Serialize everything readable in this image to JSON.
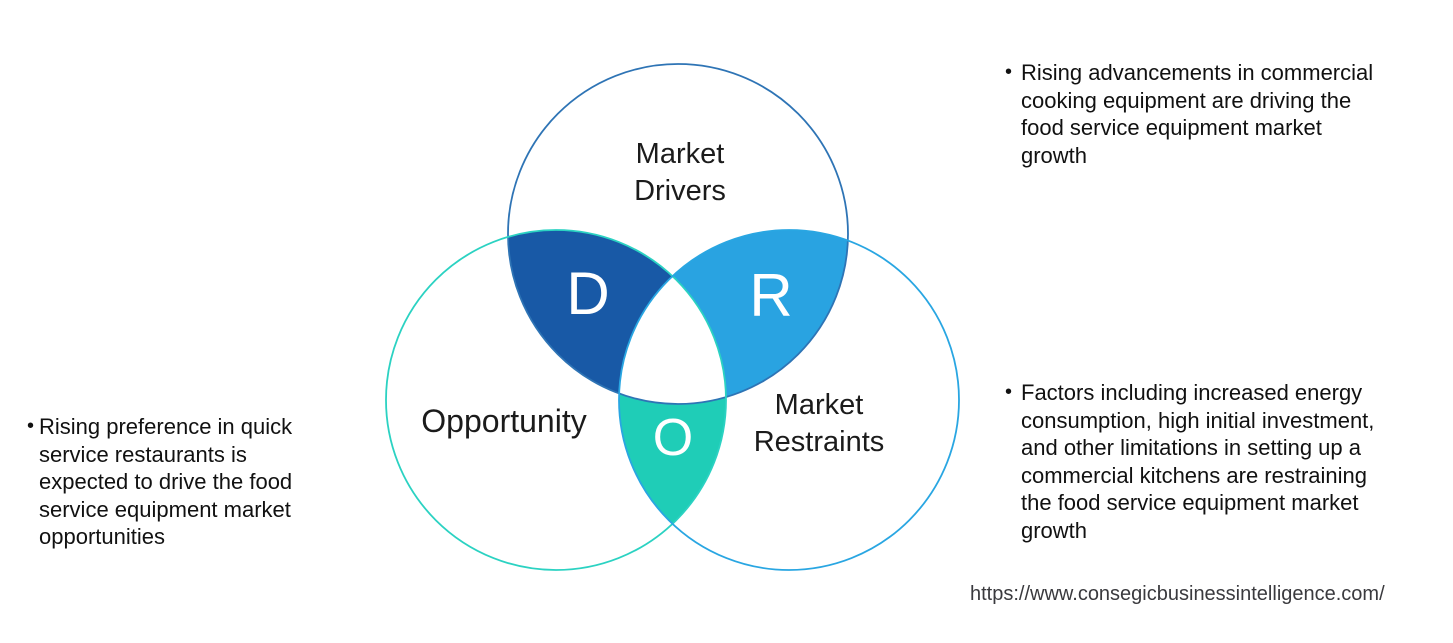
{
  "venn": {
    "drivers": {
      "label": "Market\nDrivers",
      "letter": "D"
    },
    "opportunity": {
      "label": "Opportunity",
      "letter": "O"
    },
    "restraints": {
      "label": "Market\nRestraints",
      "letter": "R"
    },
    "colors": {
      "drivers_stroke": "#2E74B5",
      "opportunity_stroke": "#2BD2C2",
      "restraints_stroke": "#29A6E2",
      "drivers_opportunity_fill": "#1859A6",
      "drivers_restraints_fill": "#29A3E1",
      "opportunity_restraints_fill": "#1FCDB7",
      "triple_fill": "#FFFFFF"
    }
  },
  "bullets": {
    "drivers": {
      "marker": "•",
      "text": "Rising advancements in commercial\ncooking equipment are driving the\nfood service equipment market\ngrowth"
    },
    "opportunity": {
      "marker": "•",
      "text": "Rising preference in quick\nservice restaurants is\nexpected to drive the food\nservice equipment market\nopportunities"
    },
    "restraints": {
      "marker": "•",
      "text": "Factors including increased energy\nconsumption, high initial investment,\nand other limitations in setting up a\ncommercial kitchens are restraining\nthe food service equipment market\ngrowth"
    }
  },
  "footer": {
    "url": "https://www.consegicbusinessintelligence.com/"
  }
}
